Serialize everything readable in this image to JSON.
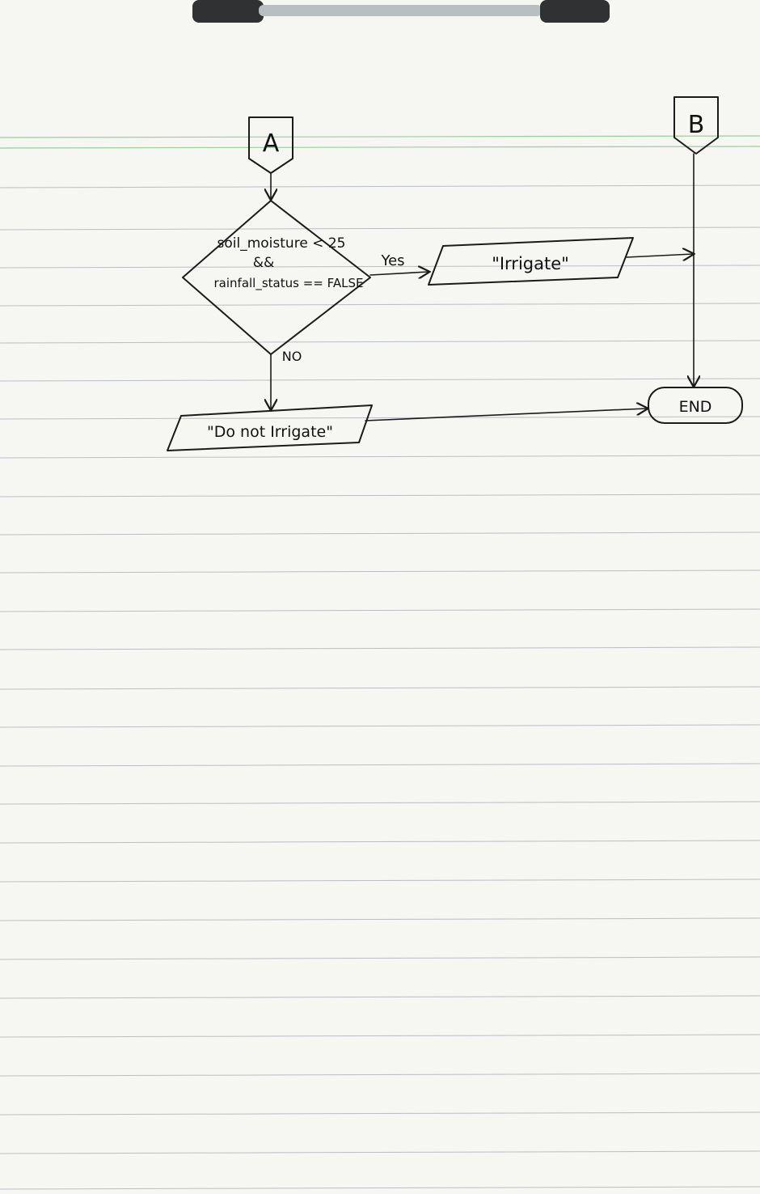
{
  "diagram": {
    "connector_a": "A",
    "connector_b": "B",
    "decision": {
      "line1": "soil_moisture < 25",
      "line2": "&&",
      "line3": "rainfall_status == FALSE"
    },
    "yes_label": "Yes",
    "no_label": "NO",
    "output_yes": "\"Irrigate\"",
    "output_no": "\"Do not Irrigate\"",
    "terminal": "END"
  }
}
